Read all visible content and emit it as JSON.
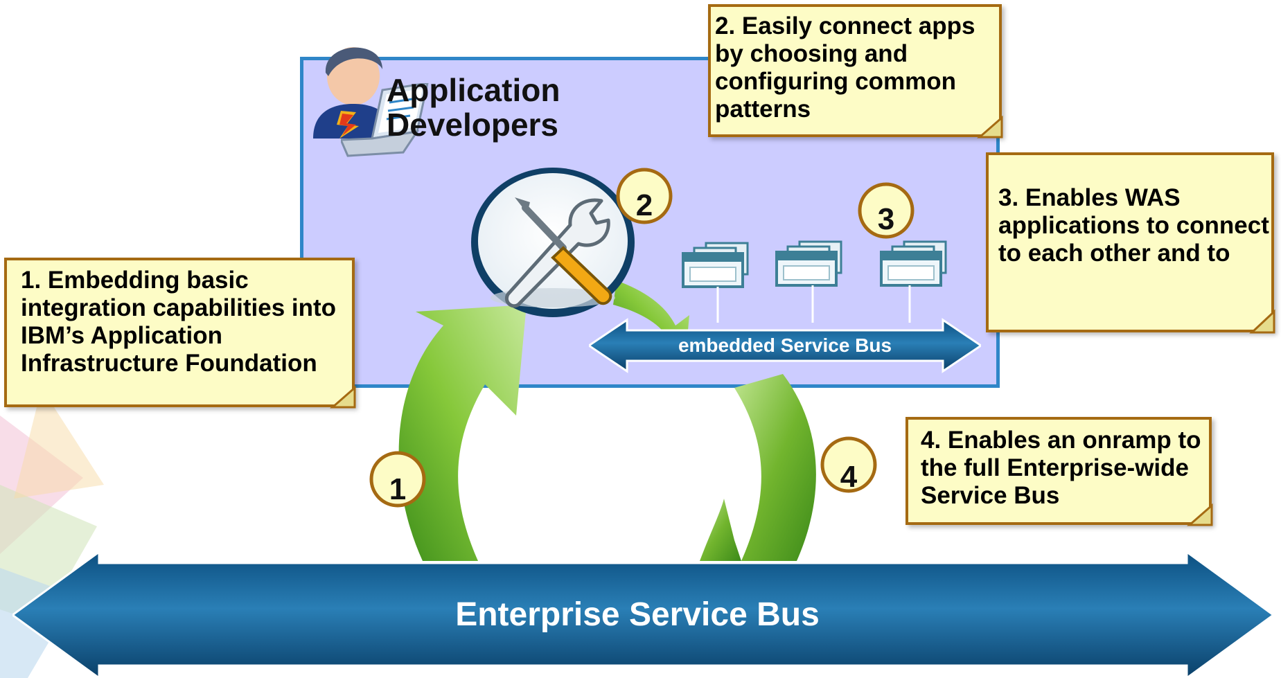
{
  "app_developers": {
    "label_line1": "Application",
    "label_line2": "Developers"
  },
  "notes": {
    "note1": "1. Embedding basic integration capabilities into IBM’s Application Infrastructure Foundation",
    "note2": "2. Easily connect apps by choosing and configuring common patterns",
    "note3": "3. Enables WAS applications to connect to each other and to",
    "note4": "4. Enables an onramp to the full Enterprise-wide Service Bus"
  },
  "badges": [
    "1",
    "2",
    "3",
    "4"
  ],
  "embedded_bus": {
    "label": "embedded Service Bus"
  },
  "enterprise_bus": {
    "label": "Enterprise Service Bus"
  },
  "icons": {
    "developer": "developer-person-icon",
    "laptop": "laptop-icon",
    "tools": "wrench-screwdriver-icon",
    "app_window": "application-window-icon"
  },
  "colors": {
    "panel_fill": "#ccccff",
    "panel_border": "#2f86c8",
    "note_fill": "#fdfcc6",
    "note_border": "#a56a12",
    "bus_dark": "#0e4a78",
    "bus_light": "#2a86be",
    "arrow_green": "#6fb62a",
    "badge_fill": "#fdfcc6",
    "badge_border": "#a56a12"
  }
}
